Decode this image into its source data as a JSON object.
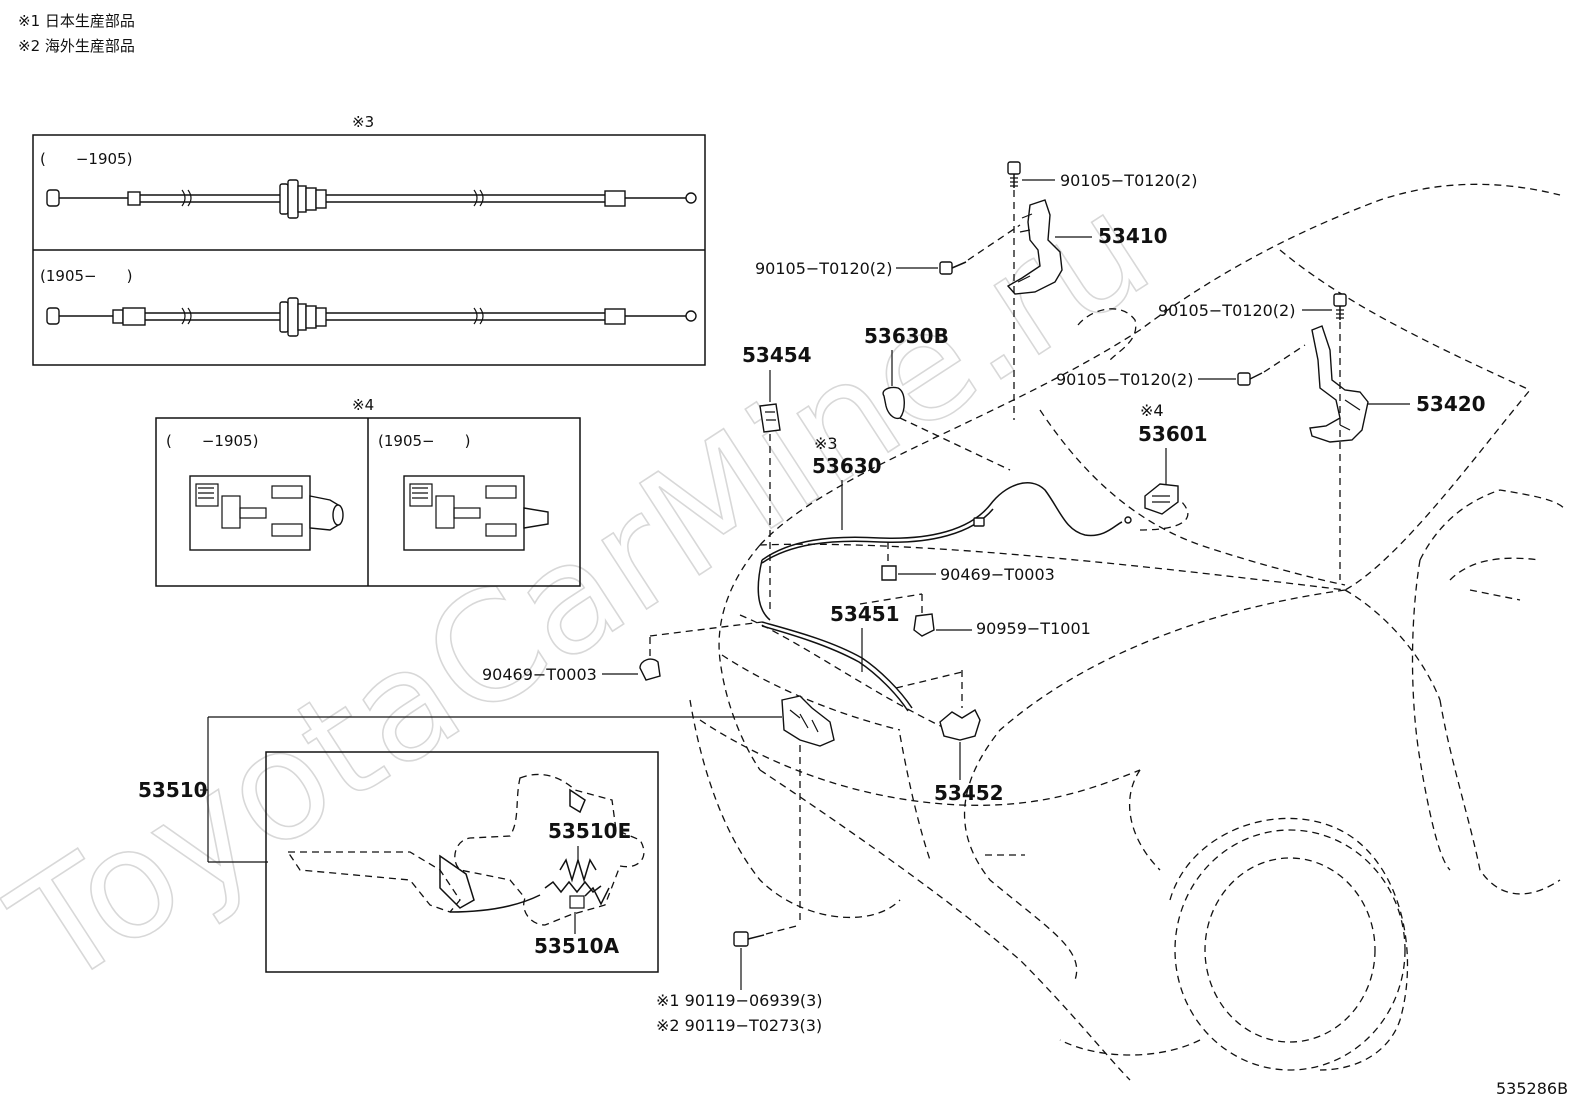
{
  "notes": {
    "note1": "※1 日本生産部品",
    "note2": "※2 海外生産部品"
  },
  "watermark": "ToyotaCarMine.ru",
  "diagram_code": "535286B",
  "inset_cable": {
    "marker": "※3",
    "row1_label": "(　　−1905)",
    "row2_label": "(1905−　　)"
  },
  "inset_latch": {
    "marker": "※4",
    "left_label": "(　　−1905)",
    "right_label": "(1905−　　)"
  },
  "parts": {
    "p53410": "53410",
    "p53420": "53420",
    "p53630B": "53630B",
    "p53454": "53454",
    "p53630_mark": "※3",
    "p53630": "53630",
    "p53601_mark": "※4",
    "p53601": "53601",
    "p53451": "53451",
    "p53452": "53452",
    "p53510": "53510",
    "p53510E": "53510E",
    "p53510A": "53510A",
    "bolt_a": "90105−T0120(2)",
    "bolt_b": "90105−T0120(2)",
    "bolt_c": "90105−T0120(2)",
    "bolt_d": "90105−T0120(2)",
    "clip_a": "90469−T0003",
    "clip_b": "90469−T0003",
    "clamp": "90959−T1001",
    "screw_1": "※1 90119−06939(3)",
    "screw_2": "※2 90119−T0273(3)"
  }
}
